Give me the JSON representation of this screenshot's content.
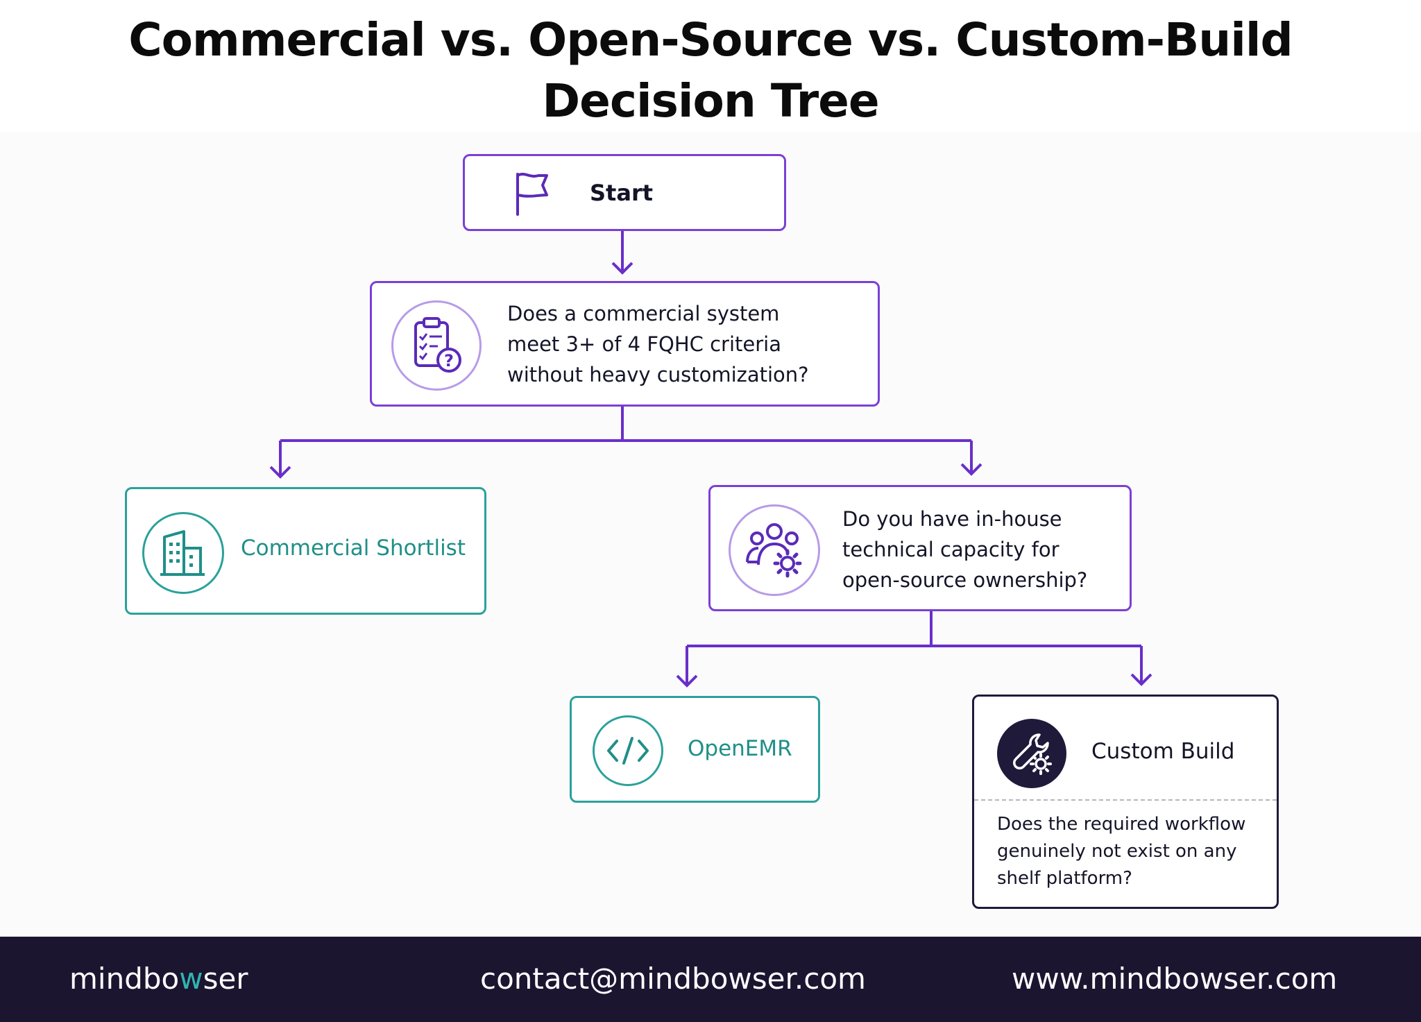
{
  "title_line1": "Commercial vs. Open-Source vs. Custom-Build",
  "title_line2": "Decision Tree",
  "nodes": {
    "start": {
      "label": "Start",
      "icon": "flag-icon"
    },
    "q1": {
      "lines": [
        "Does a commercial system",
        "meet 3+ of 4 FQHC criteria",
        "without heavy customization?"
      ],
      "icon": "clipboard-question-icon"
    },
    "commercial": {
      "label": "Commercial Shortlist",
      "icon": "building-icon"
    },
    "q2": {
      "lines": [
        "Do you have in-house",
        "technical capacity for",
        "open-source ownership?"
      ],
      "icon": "team-gear-icon"
    },
    "openemr": {
      "label": "OpenEMR",
      "icon": "code-icon"
    },
    "custom": {
      "label": "Custom Build",
      "icon": "wrench-gear-icon",
      "note_lines": [
        "Does the required workflow",
        "genuinely not exist on any",
        "shelf platform?"
      ]
    }
  },
  "footer": {
    "logo_parts": [
      "mindbo",
      "w",
      "ser"
    ],
    "email": "contact@mindbowser.com",
    "website": "www.mindbowser.com"
  },
  "colors": {
    "purple": "#7b3fd6",
    "teal": "#2aa19a",
    "dark": "#1f1a3a",
    "footer_bg": "#1c1530"
  }
}
